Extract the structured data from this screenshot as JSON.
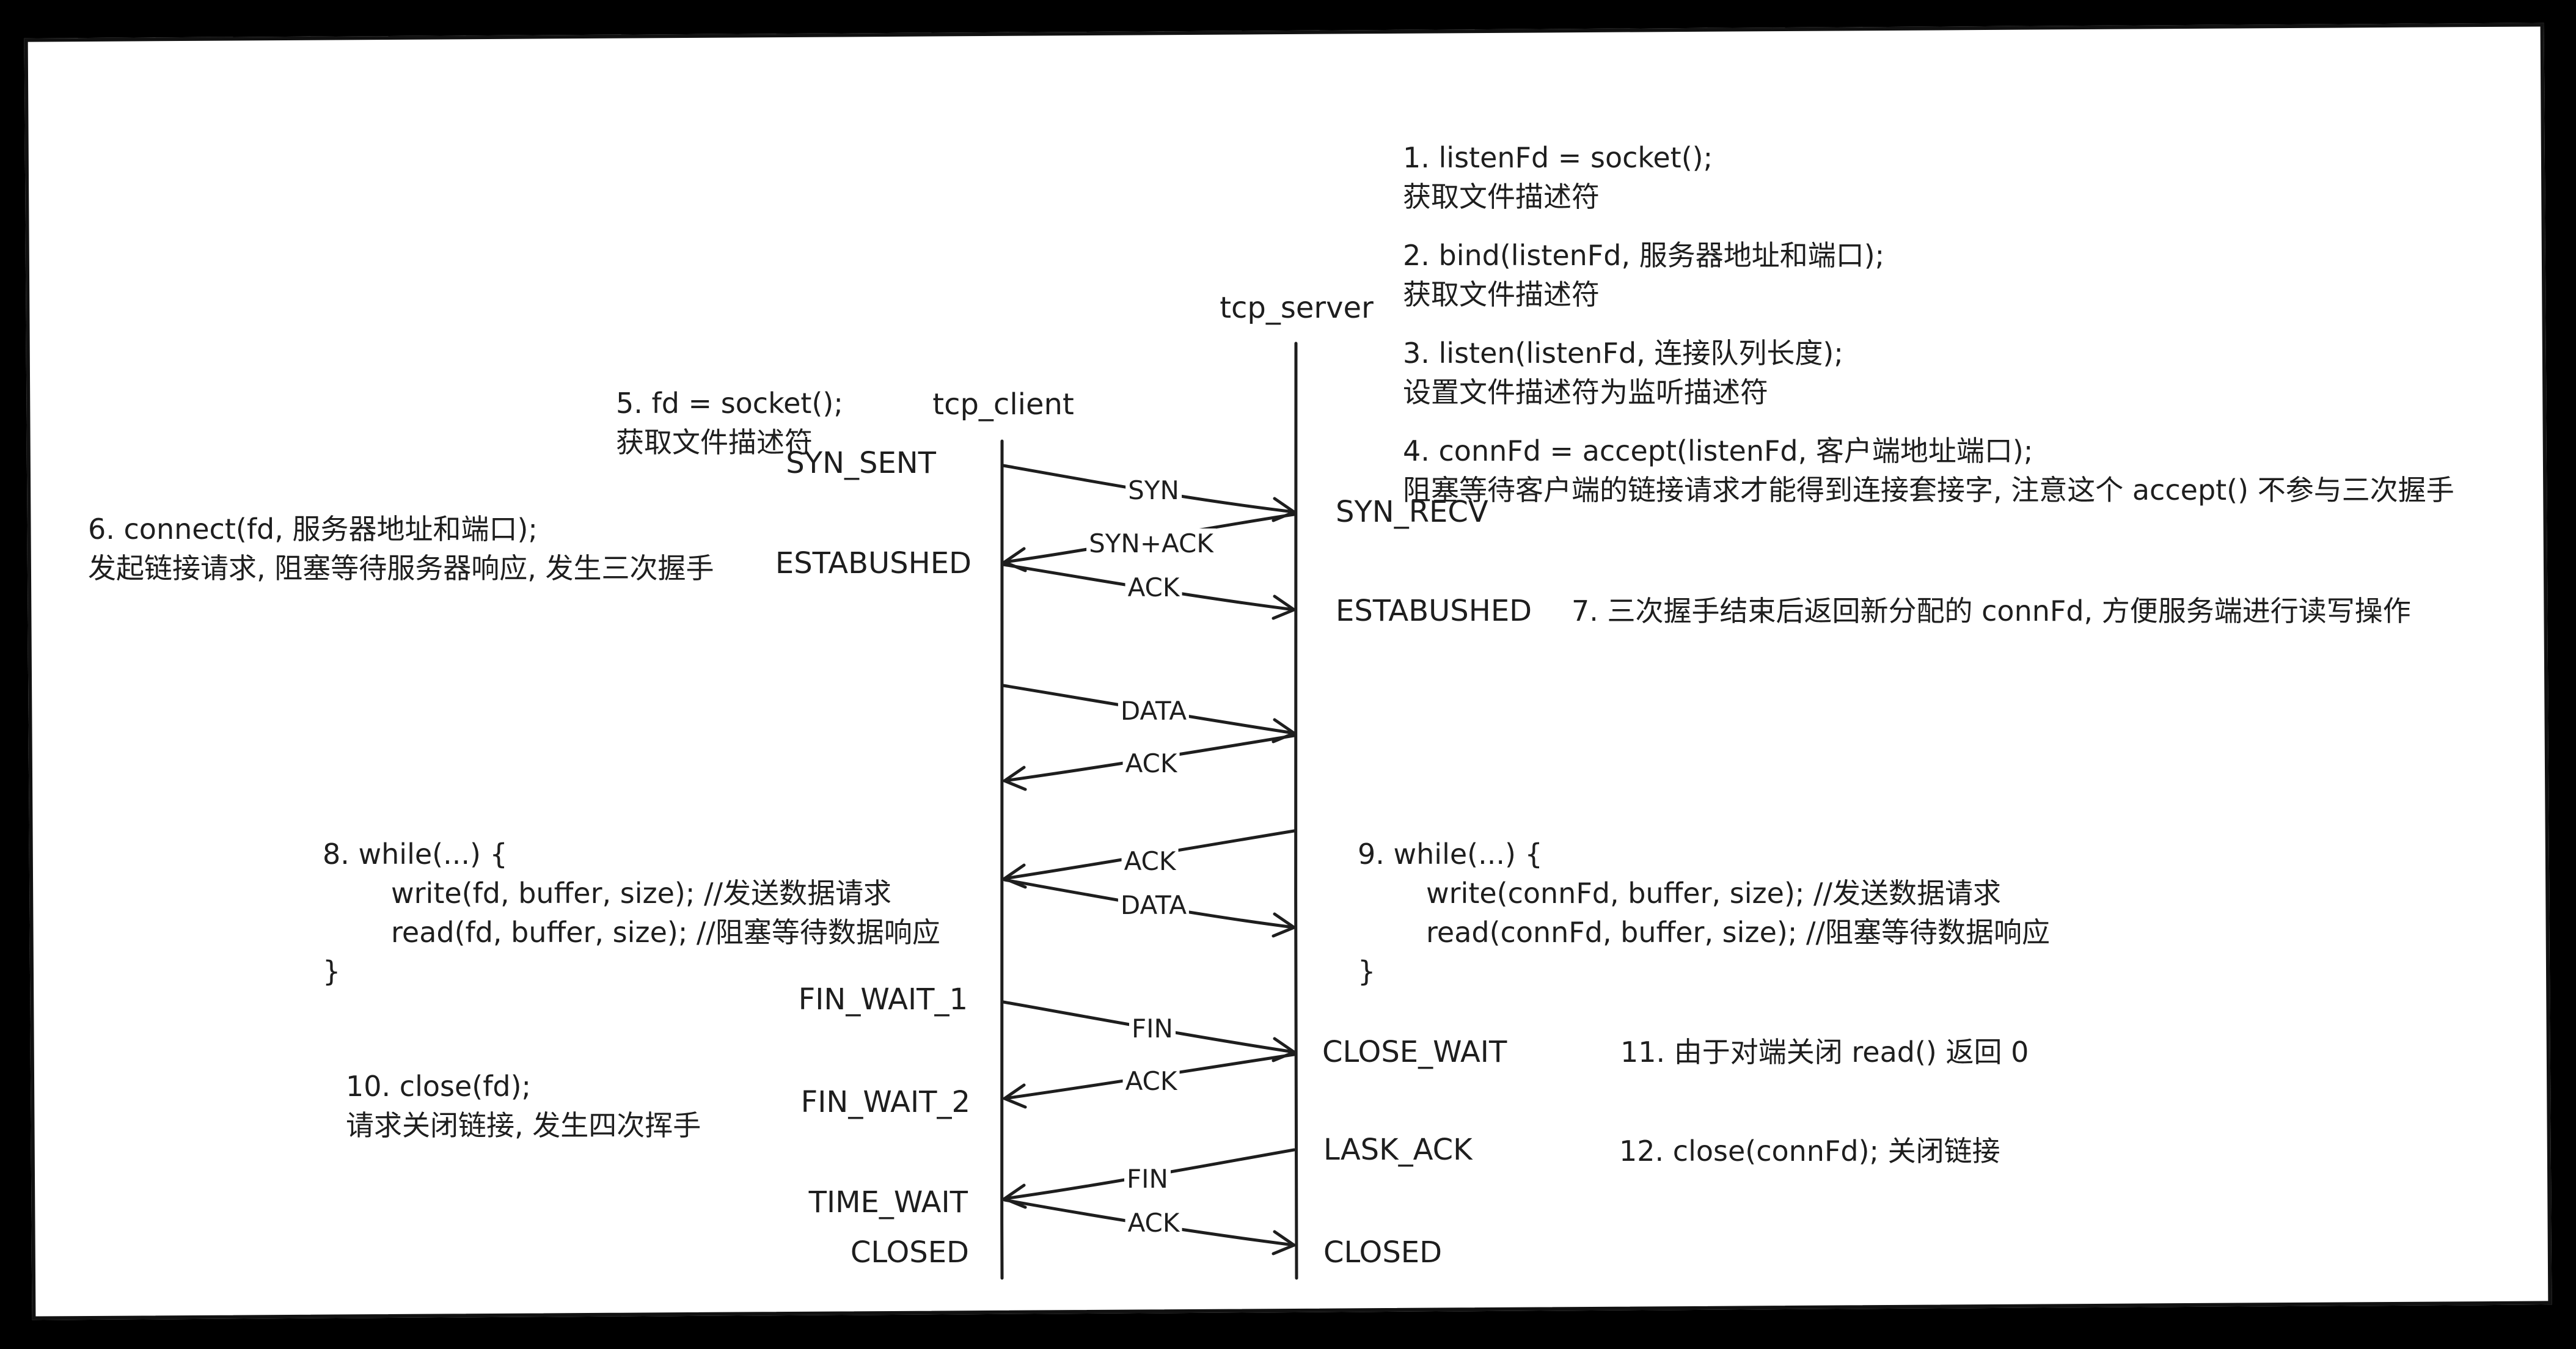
{
  "nodes": {
    "client": "tcp_client",
    "server": "tcp_server"
  },
  "client_states": {
    "syn_sent": "SYN_SENT",
    "established": "ESTABUSHED",
    "fin_wait_1": "FIN_WAIT_1",
    "fin_wait_2": "FIN_WAIT_2",
    "time_wait": "TIME_WAIT",
    "closed": "CLOSED"
  },
  "server_states": {
    "syn_recv": "SYN_RECV",
    "established": "ESTABUSHED",
    "close_wait": "CLOSE_WAIT",
    "last_ack": "LASK_ACK",
    "closed": "CLOSED"
  },
  "messages": {
    "syn": "SYN",
    "syn_ack": "SYN+ACK",
    "ack_hs": "ACK",
    "data_1": "DATA",
    "ack_data_1": "ACK",
    "ack_data_2": "ACK",
    "data_2": "DATA",
    "fin_1": "FIN",
    "ack_fin_1": "ACK",
    "fin_2": "FIN",
    "ack_fin_2": "ACK"
  },
  "server_notes": {
    "n1_line1": "1. listenFd = socket();",
    "n1_line2": "获取文件描述符",
    "n2_line1": "2. bind(listenFd, 服务器地址和端口);",
    "n2_line2": "获取文件描述符",
    "n3_line1": "3. listen(listenFd, 连接队列长度);",
    "n3_line2": "设置文件描述符为监听描述符",
    "n4_line1": "4. connFd = accept(listenFd, 客户端地址端口);",
    "n4_line2": "阻塞等待客户端的链接请求才能得到连接套接字, 注意这个 accept() 不参与三次握手",
    "n7": "7. 三次握手结束后返回新分配的 connFd, 方便服务端进行读写操作",
    "n9_line1": "9. while(...) {",
    "n9_line2": "write(connFd, buffer, size); //发送数据请求",
    "n9_line3": "read(connFd, buffer, size); //阻塞等待数据响应",
    "n9_line4": "}",
    "n11": "11. 由于对端关闭 read() 返回 0",
    "n12": "12. close(connFd); 关闭链接"
  },
  "client_notes": {
    "n5_line1": "5. fd = socket();",
    "n5_line2": "获取文件描述符",
    "n6_line1": "6. connect(fd, 服务器地址和端口);",
    "n6_line2": "发起链接请求, 阻塞等待服务器响应, 发生三次握手",
    "n8_line1": "8. while(...) {",
    "n8_line2": "write(fd, buffer, size); //发送数据请求",
    "n8_line3": "read(fd, buffer, size); //阻塞等待数据响应",
    "n8_line4": "}",
    "n10_line1": "10. close(fd);",
    "n10_line2": "请求关闭链接, 发生四次挥手"
  },
  "colors": {
    "background": "#000000",
    "paper": "#ffffff",
    "ink": "#1e1e1e"
  }
}
